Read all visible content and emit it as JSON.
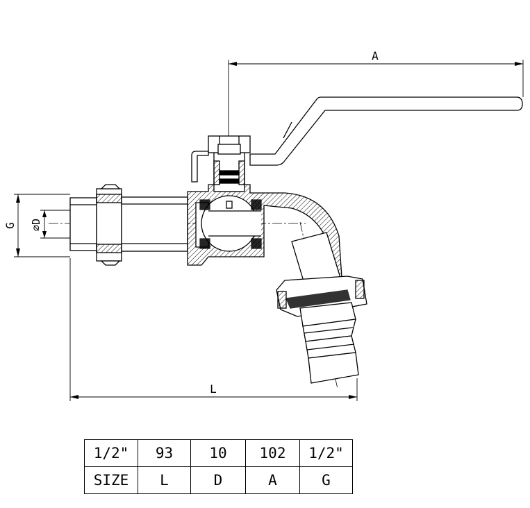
{
  "dimensions": {
    "overall_length": "L",
    "lever_length": "A",
    "thread_size": "G",
    "bore_diameter": "⌀D"
  },
  "table": {
    "rows": [
      [
        "1/2\"",
        "93",
        "10",
        "102",
        "1/2\""
      ],
      [
        "SIZE",
        "L",
        "D",
        "A",
        "G"
      ]
    ]
  },
  "colors": {
    "line": "#000000",
    "hatch": "#000000",
    "background": "#ffffff"
  }
}
